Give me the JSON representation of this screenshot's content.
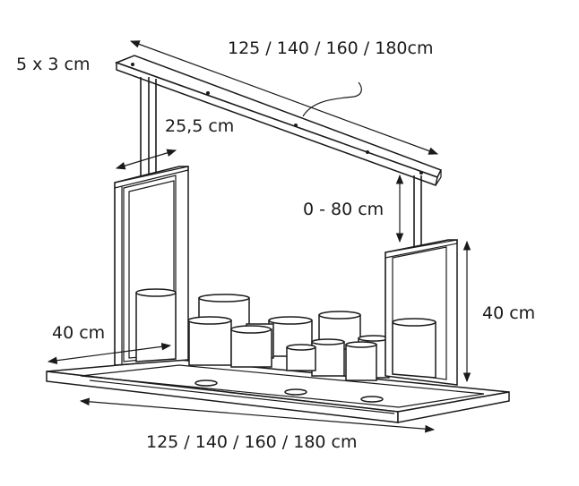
{
  "labels": {
    "top_length": "125  / 140 / 160 / 180cm",
    "bar_section": "5 x 3 cm",
    "frame_depth": "25,5 cm",
    "height_adjust": "0 - 80 cm",
    "frame_height": "40 cm",
    "base_depth": "40 cm",
    "base_length": "125 / 140 / 160 / 180 cm"
  },
  "colors": {
    "line": "#1a1a1a",
    "background": "#ffffff"
  }
}
